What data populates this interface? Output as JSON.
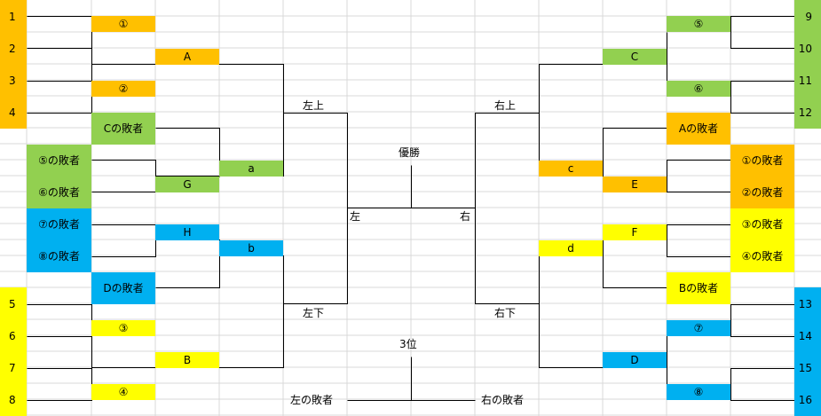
{
  "colors": {
    "orange": "#ffc000",
    "green": "#92d050",
    "yellow": "#ffff00",
    "blue": "#00b0f0",
    "grid": "#d9d9d9",
    "line": "#000000"
  },
  "seeds": {
    "s1": "1",
    "s2": "2",
    "s3": "3",
    "s4": "4",
    "s5": "5",
    "s6": "6",
    "s7": "7",
    "s8": "8",
    "s9": "9",
    "s10": "10",
    "s11": "11",
    "s12": "12",
    "s13": "13",
    "s14": "14",
    "s15": "15",
    "s16": "16"
  },
  "matches": {
    "m1": "①",
    "m2": "②",
    "m3": "③",
    "m4": "④",
    "m5": "⑤",
    "m6": "⑥",
    "m7": "⑦",
    "m8": "⑧",
    "A": "A",
    "B": "B",
    "C": "C",
    "D": "D",
    "E": "E",
    "F": "F",
    "G": "G",
    "H": "H",
    "a": "a",
    "b": "b",
    "c": "c",
    "d": "d"
  },
  "losers": {
    "c_loser": "Cの敗者",
    "m5_loser": "⑤の敗者",
    "m6_loser": "⑥の敗者",
    "m7_loser": "⑦の敗者",
    "m8_loser": "⑧の敗者",
    "d_loser": "Dの敗者",
    "a_loser": "Aの敗者",
    "m1_loser": "①の敗者",
    "m2_loser": "②の敗者",
    "m3_loser": "③の敗者",
    "m4_loser": "④の敗者",
    "b_loser": "Bの敗者"
  },
  "labels": {
    "left_upper": "左上",
    "left_lower": "左下",
    "right_upper": "右上",
    "right_lower": "右下",
    "champion": "優勝",
    "left": "左",
    "right": "右",
    "third_place": "3位",
    "left_loser": "左の敗者",
    "right_loser": "右の敗者"
  }
}
